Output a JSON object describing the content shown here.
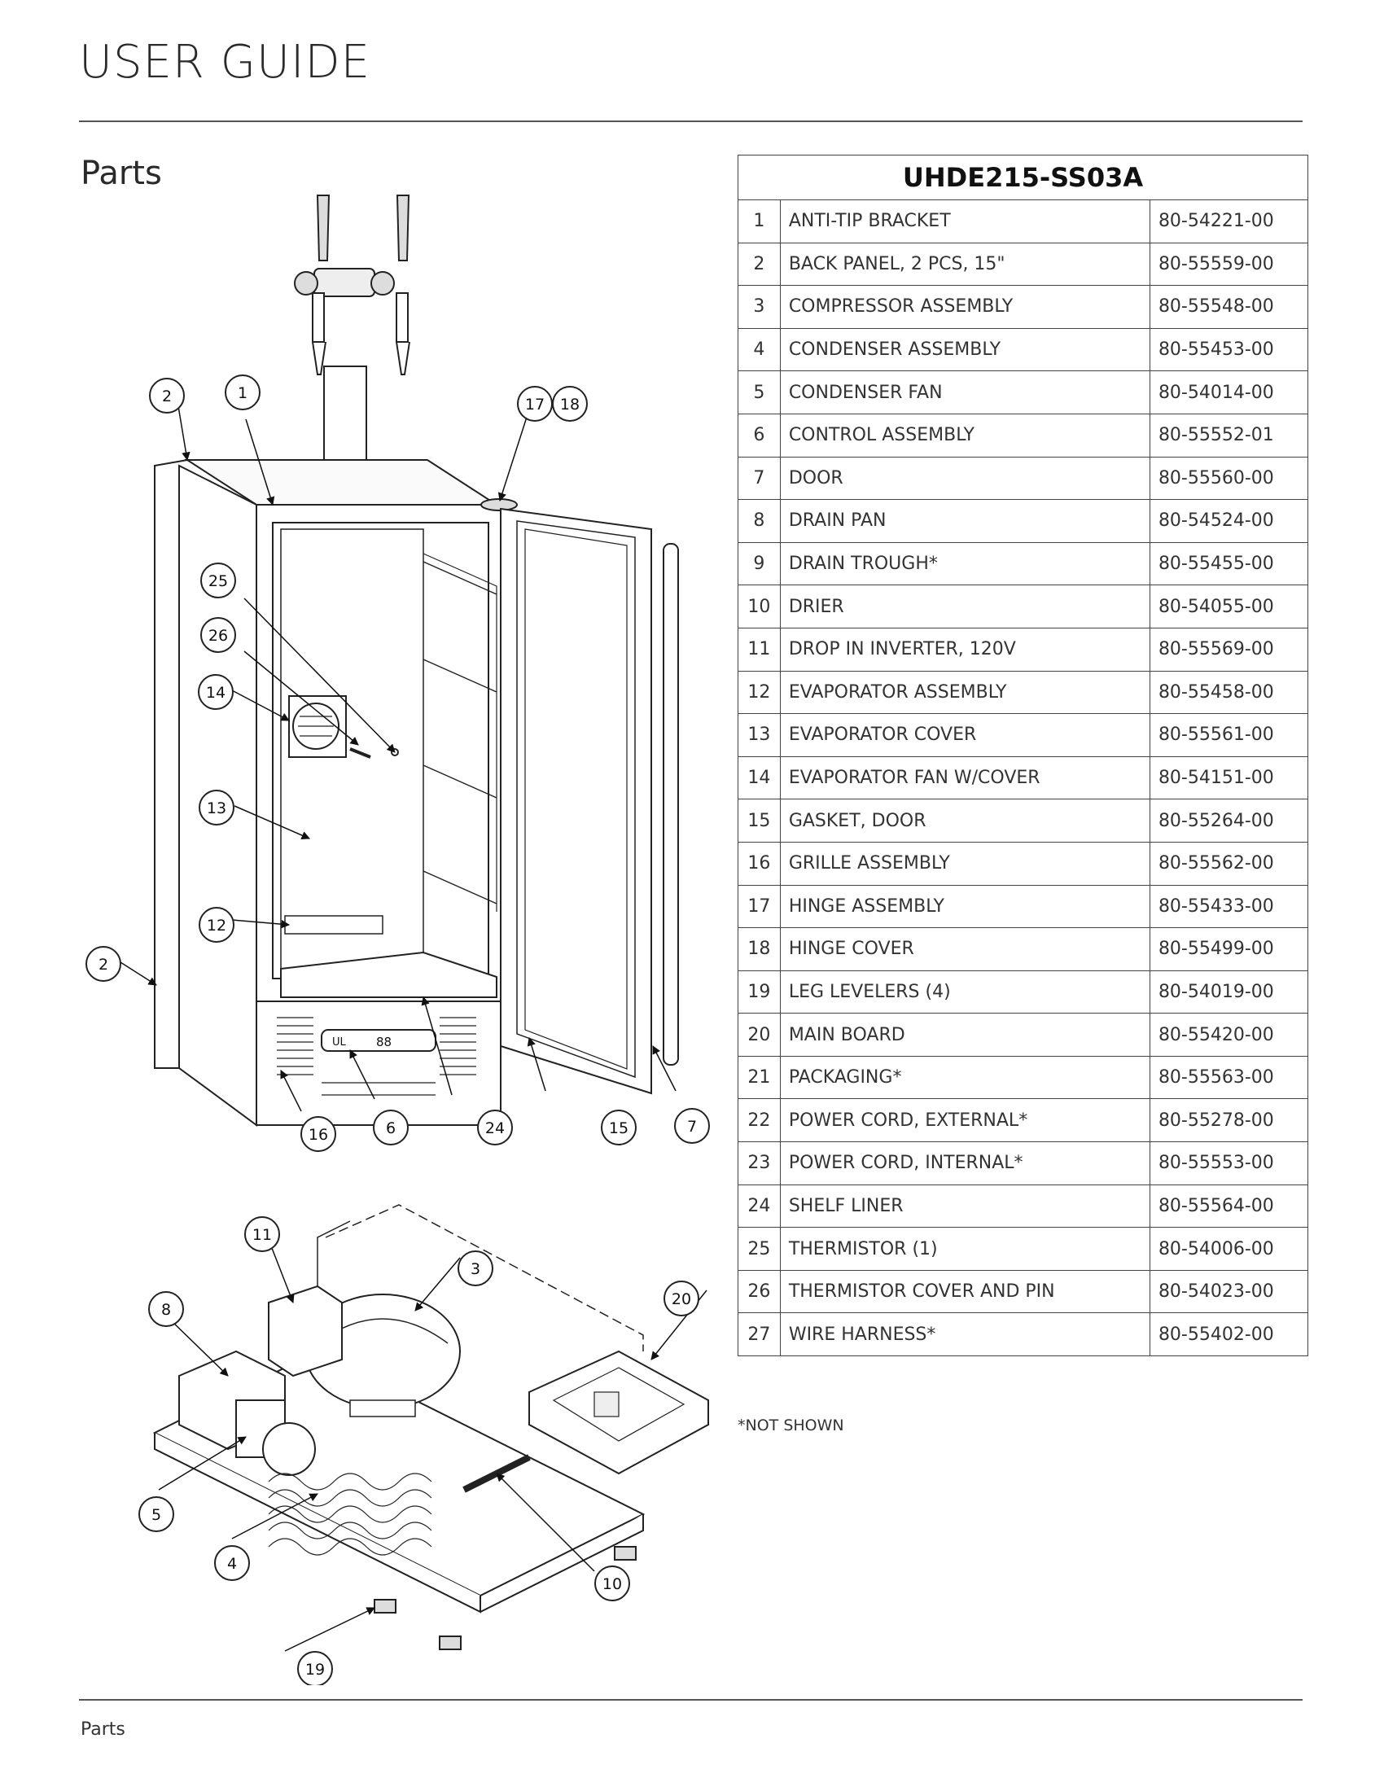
{
  "header": {
    "title": "USER GUIDE"
  },
  "section": {
    "title": "Parts"
  },
  "table": {
    "model": "UHDE215-SS03A",
    "rows": [
      {
        "num": "1",
        "desc": "ANTI-TIP BRACKET",
        "pn": "80-54221-00"
      },
      {
        "num": "2",
        "desc": "BACK PANEL, 2 PCS, 15\"",
        "pn": "80-55559-00"
      },
      {
        "num": "3",
        "desc": "COMPRESSOR ASSEMBLY",
        "pn": "80-55548-00"
      },
      {
        "num": "4",
        "desc": "CONDENSER ASSEMBLY",
        "pn": "80-55453-00"
      },
      {
        "num": "5",
        "desc": "CONDENSER FAN",
        "pn": "80-54014-00"
      },
      {
        "num": "6",
        "desc": "CONTROL ASSEMBLY",
        "pn": "80-55552-01"
      },
      {
        "num": "7",
        "desc": "DOOR",
        "pn": "80-55560-00"
      },
      {
        "num": "8",
        "desc": "DRAIN PAN",
        "pn": "80-54524-00"
      },
      {
        "num": "9",
        "desc": "DRAIN TROUGH*",
        "pn": "80-55455-00"
      },
      {
        "num": "10",
        "desc": "DRIER",
        "pn": "80-54055-00"
      },
      {
        "num": "11",
        "desc": "DROP IN INVERTER, 120V",
        "pn": "80-55569-00"
      },
      {
        "num": "12",
        "desc": "EVAPORATOR ASSEMBLY",
        "pn": "80-55458-00"
      },
      {
        "num": "13",
        "desc": "EVAPORATOR COVER",
        "pn": "80-55561-00"
      },
      {
        "num": "14",
        "desc": "EVAPORATOR FAN W/COVER",
        "pn": "80-54151-00"
      },
      {
        "num": "15",
        "desc": "GASKET, DOOR",
        "pn": "80-55264-00"
      },
      {
        "num": "16",
        "desc": "GRILLE ASSEMBLY",
        "pn": "80-55562-00"
      },
      {
        "num": "17",
        "desc": "HINGE ASSEMBLY",
        "pn": "80-55433-00"
      },
      {
        "num": "18",
        "desc": "HINGE COVER",
        "pn": "80-55499-00"
      },
      {
        "num": "19",
        "desc": "LEG LEVELERS (4)",
        "pn": "80-54019-00"
      },
      {
        "num": "20",
        "desc": "MAIN BOARD",
        "pn": "80-55420-00"
      },
      {
        "num": "21",
        "desc": "PACKAGING*",
        "pn": "80-55563-00"
      },
      {
        "num": "22",
        "desc": "POWER CORD, EXTERNAL*",
        "pn": "80-55278-00"
      },
      {
        "num": "23",
        "desc": "POWER CORD, INTERNAL*",
        "pn": "80-55553-00"
      },
      {
        "num": "24",
        "desc": "SHELF LINER",
        "pn": "80-55564-00"
      },
      {
        "num": "25",
        "desc": "THERMISTOR (1)",
        "pn": "80-54006-00"
      },
      {
        "num": "26",
        "desc": "THERMISTOR COVER AND PIN",
        "pn": "80-54023-00"
      },
      {
        "num": "27",
        "desc": "WIRE HARNESS*",
        "pn": "80-55402-00"
      }
    ],
    "footnote": "*NOT SHOWN"
  },
  "diagram": {
    "callouts": [
      "1",
      "2",
      "2",
      "3",
      "4",
      "5",
      "6",
      "7",
      "8",
      "10",
      "11",
      "12",
      "13",
      "14",
      "15",
      "16",
      "17",
      "18",
      "19",
      "20",
      "24",
      "25",
      "26"
    ],
    "display_text": "88"
  },
  "footer": {
    "text": "Parts"
  }
}
